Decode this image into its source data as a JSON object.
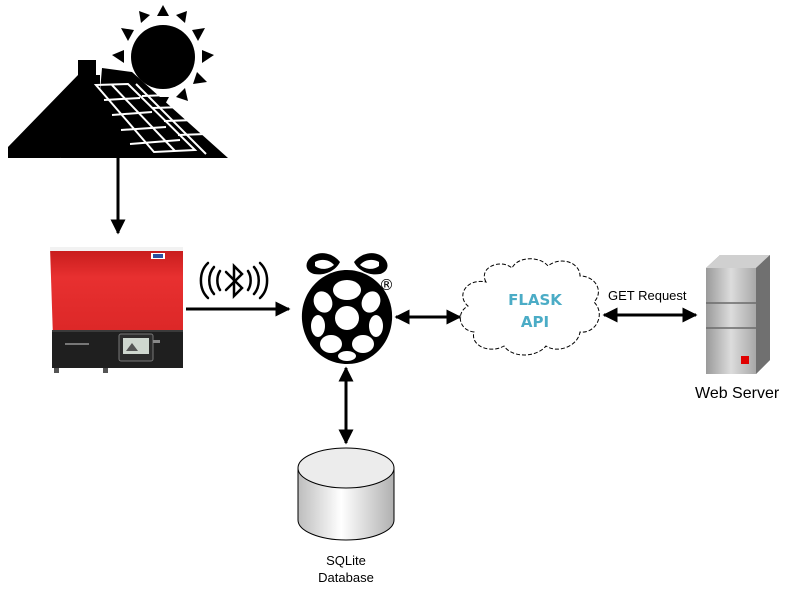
{
  "nodes": {
    "flask_api": {
      "line1": "FLASK",
      "line2": "API"
    },
    "web_server": {
      "label": "Web Server"
    },
    "database": {
      "line1": "SQLite",
      "line2": "Database"
    },
    "raspberry_pi": {
      "registered_mark": "®"
    }
  },
  "edges": {
    "api_to_server": {
      "label": "GET Request"
    }
  },
  "colors": {
    "inverter_red": "#e32626",
    "inverter_base": "#1f1f1f",
    "flask_text": "#4bacc6",
    "server_indicator": "#e00000"
  },
  "icons": [
    "sun-icon",
    "house-roof-icon",
    "solar-panel-icon",
    "inverter-icon",
    "bluetooth-icon",
    "raspberry-pi-icon",
    "cloud-icon",
    "server-icon",
    "database-cylinder-icon"
  ]
}
